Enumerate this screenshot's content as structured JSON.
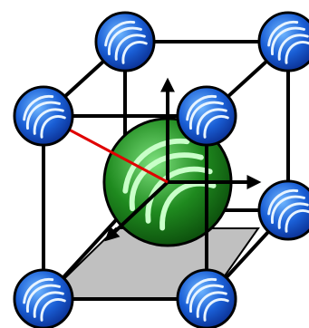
{
  "diagram": {
    "kind": "body-centered cubic unit cell",
    "colors": {
      "background": "#ffffff",
      "edge": "#000000",
      "plane_fill": "#c0c0c0",
      "corner_atom": "#1a5fd6",
      "corner_atom_dark": "#0a2d8f",
      "corner_atom_light": "#6fb6ff",
      "center_atom": "#1f8a1f",
      "center_atom_dark": "#0b4a0b",
      "center_atom_light": "#7de07d",
      "axis": "#000000",
      "radius_line": "#e00000"
    },
    "counts": {
      "corner_atoms": 8,
      "center_atoms": 1,
      "axes": 3
    },
    "icon_names": {
      "corner_atom": "corner-atom-icon",
      "center_atom": "center-atom-icon",
      "axis_arrow": "axis-arrow-icon"
    }
  }
}
